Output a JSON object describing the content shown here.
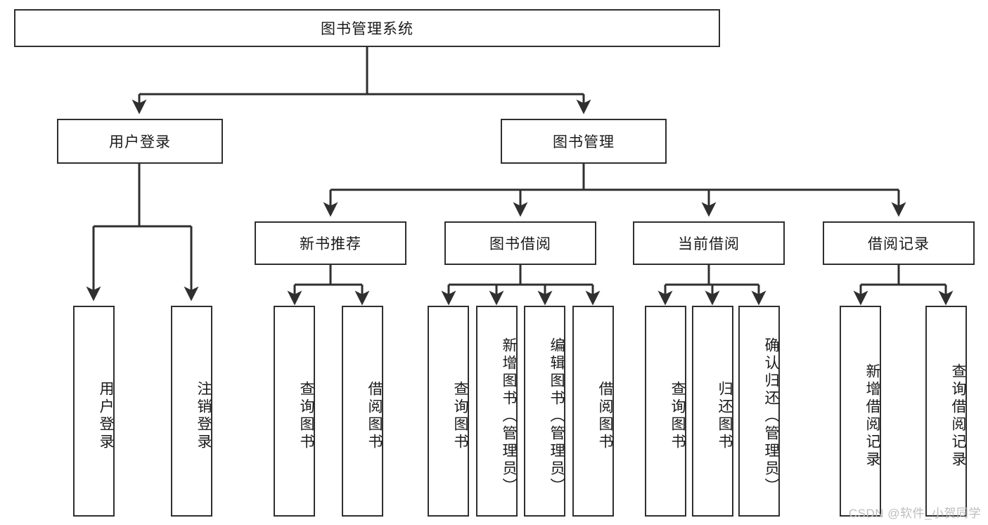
{
  "diagram": {
    "type": "tree",
    "title": "图书管理系统",
    "watermark": "CSDN @软件_小贺同学",
    "colors": {
      "stroke": "#2f2f2f",
      "fill": "#ffffff",
      "text": "#1a1a1a",
      "watermark": "#bdbdbd"
    },
    "nodes": {
      "root": "图书管理系统",
      "level2": {
        "user_login": "用户登录",
        "book_manage": "图书管理"
      },
      "level3": {
        "new_book": "新书推荐",
        "book_borrow": "图书借阅",
        "current_borrow": "当前借阅",
        "borrow_record": "借阅记录"
      },
      "leaves": {
        "user_login_1": "用户登录",
        "user_login_2": "注销登录",
        "new_book_1": "查询图书",
        "new_book_2": "借阅图书",
        "book_borrow_1": "查询图书",
        "book_borrow_2": "新增图书（管理员）",
        "book_borrow_3": "编辑图书（管理员）",
        "book_borrow_4": "借阅图书",
        "current_borrow_1": "查询图书",
        "current_borrow_2": "归还图书",
        "current_borrow_3": "确认归还（管理员）",
        "borrow_record_1": "新增借阅记录",
        "borrow_record_2": "查询借阅记录"
      }
    }
  }
}
